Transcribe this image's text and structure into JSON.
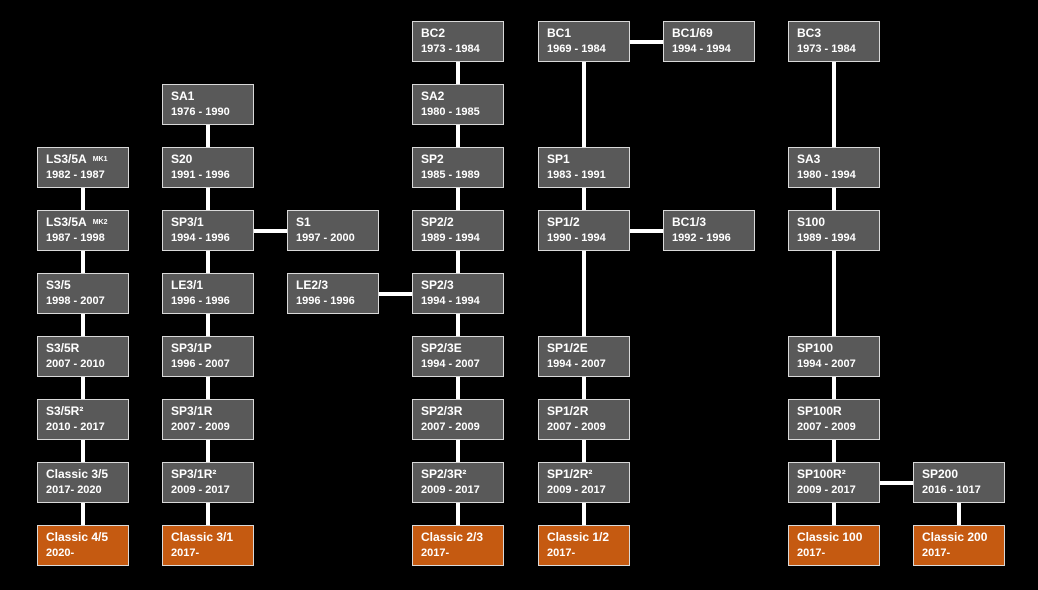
{
  "columns": [
    {
      "id": "c1",
      "nodes": [
        {
          "name": "LS3/5A",
          "suffix": "MK1",
          "years": "1982 - 1987"
        },
        {
          "name": "LS3/5A",
          "suffix": "MK2",
          "years": "1987 - 1998"
        },
        {
          "name": "S3/5",
          "years": "1998 - 2007"
        },
        {
          "name": "S3/5R",
          "years": "2007 - 2010"
        },
        {
          "name": "S3/5R²",
          "years": "2010 - 2017"
        },
        {
          "name": "Classic 3/5",
          "years": "2017- 2020"
        },
        {
          "name": "Classic 4/5",
          "years": "2020-",
          "current": true
        }
      ]
    },
    {
      "id": "c2",
      "nodes": [
        {
          "name": "SA1",
          "years": "1976 - 1990"
        },
        {
          "name": "S20",
          "years": "1991 - 1996"
        },
        {
          "name": "SP3/1",
          "years": "1994 - 1996"
        },
        {
          "name": "LE3/1",
          "years": "1996 - 1996"
        },
        {
          "name": "SP3/1P",
          "years": "1996 - 2007"
        },
        {
          "name": "SP3/1R",
          "years": "2007 - 2009"
        },
        {
          "name": "SP3/1R²",
          "years": "2009 - 2017"
        },
        {
          "name": "Classic 3/1",
          "years": "2017-",
          "current": true
        }
      ]
    },
    {
      "id": "c3",
      "nodes": [
        {
          "name": "S1",
          "years": "1997 - 2000"
        },
        {
          "name": "LE2/3",
          "years": "1996 - 1996"
        }
      ]
    },
    {
      "id": "c4",
      "nodes": [
        {
          "name": "BC2",
          "years": "1973 - 1984"
        },
        {
          "name": "SA2",
          "years": "1980 - 1985"
        },
        {
          "name": "SP2",
          "years": "1985 - 1989"
        },
        {
          "name": "SP2/2",
          "years": "1989 - 1994"
        },
        {
          "name": "SP2/3",
          "years": "1994 - 1994"
        },
        {
          "name": "SP2/3E",
          "years": "1994 - 2007"
        },
        {
          "name": "SP2/3R",
          "years": "2007 - 2009"
        },
        {
          "name": "SP2/3R²",
          "years": "2009 - 2017"
        },
        {
          "name": "Classic 2/3",
          "years": "2017-",
          "current": true
        }
      ]
    },
    {
      "id": "c5",
      "nodes": [
        {
          "name": "BC1",
          "years": "1969 - 1984"
        },
        {
          "name": "SP1",
          "years": "1983 - 1991"
        },
        {
          "name": "SP1/2",
          "years": "1990 - 1994"
        },
        {
          "name": "SP1/2E",
          "years": "1994 - 2007"
        },
        {
          "name": "SP1/2R",
          "years": "2007 - 2009"
        },
        {
          "name": "SP1/2R²",
          "years": "2009 - 2017"
        },
        {
          "name": "Classic 1/2",
          "years": "2017-",
          "current": true
        }
      ]
    },
    {
      "id": "c6",
      "nodes": [
        {
          "name": "BC1/69",
          "years": "1994 - 1994"
        },
        {
          "name": "BC1/3",
          "years": "1992 - 1996"
        }
      ]
    },
    {
      "id": "c7",
      "nodes": [
        {
          "name": "BC3",
          "years": "1973 - 1984"
        },
        {
          "name": "SA3",
          "years": "1980 - 1994"
        },
        {
          "name": "S100",
          "years": "1989 - 1994"
        },
        {
          "name": "SP100",
          "years": "1994 - 2007"
        },
        {
          "name": "SP100R",
          "years": "2007 - 2009"
        },
        {
          "name": "SP100R²",
          "years": "2009 - 2017"
        },
        {
          "name": "Classic 100",
          "years": "2017-",
          "current": true
        }
      ]
    },
    {
      "id": "c8",
      "nodes": [
        {
          "name": "SP200",
          "years": "2016 - 1017"
        },
        {
          "name": "Classic 200",
          "years": "2017-",
          "current": true
        }
      ]
    }
  ],
  "colors": {
    "background": "#000000",
    "node": "#595959",
    "current": "#c55a11",
    "border": "#d9d9d9",
    "connector": "#ffffff"
  }
}
